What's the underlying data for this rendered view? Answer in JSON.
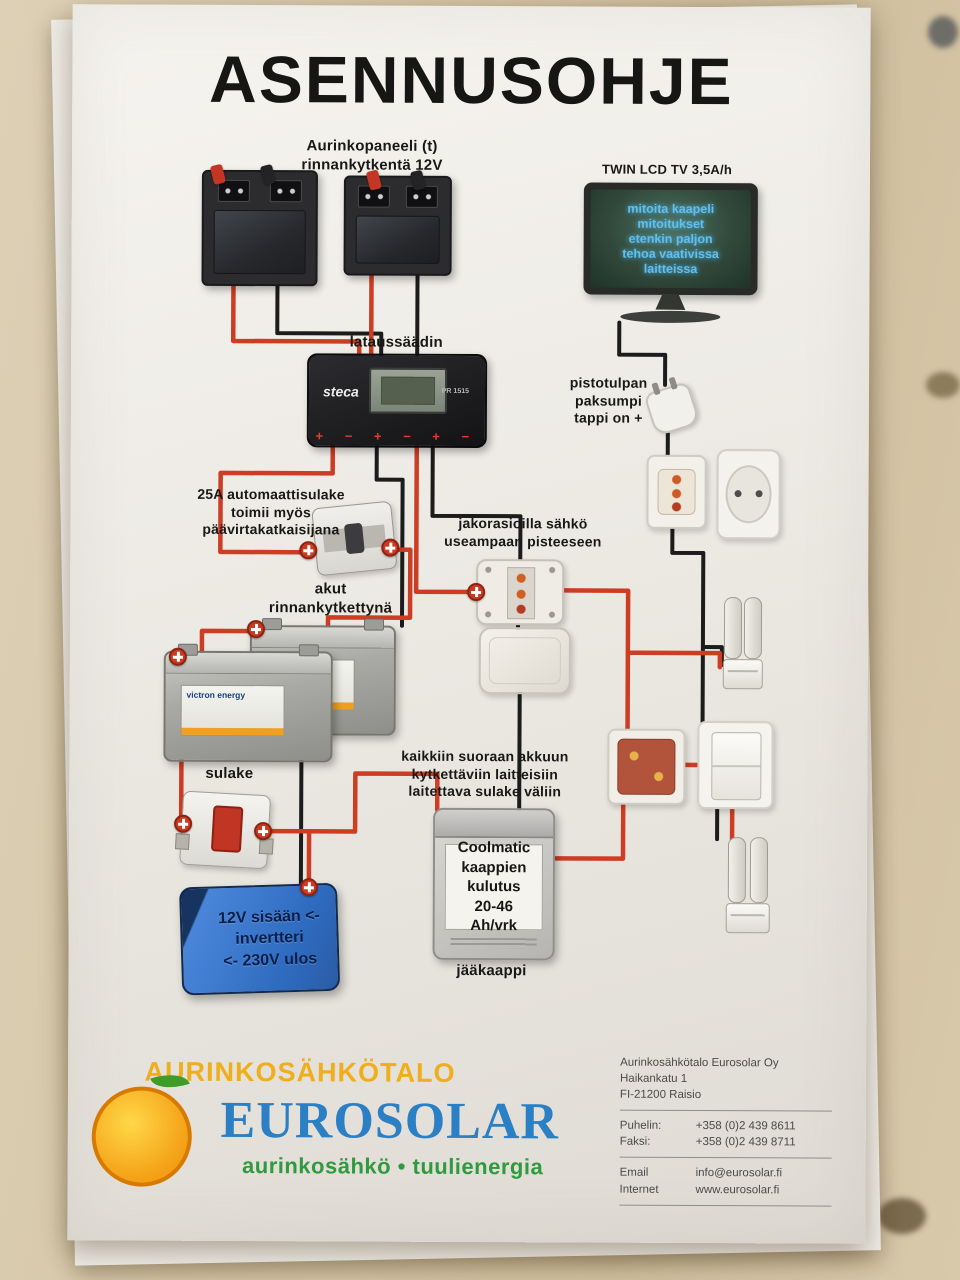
{
  "title": "ASENNUSOHJE",
  "diagram": {
    "solar_label": "Aurinkopaneeli (t)\nrinnankytkentä 12V",
    "tv_label": "TWIN LCD TV 3,5A/h",
    "tv_screen_text": "mitoita kaapeli\nmitoitukset\netenkin paljon\ntehoa vaativissa\nlaitteissa",
    "controller_label": "lataussäädin",
    "controller_brand": "steca",
    "controller_model": "PR 1515",
    "controller_marks": "+ − + − + −",
    "plug_label": "pistotulpan\npaksumpi\ntappi on +",
    "breaker_label": "25A automaattisulake\ntoimii myös\npäävirtakatkaisijana",
    "junction_label": "jakorasioilla sähkö\nuseampaan pisteeseen",
    "battery_label": "akut\nrinnankytkettynä",
    "battery_brand": "victron energy",
    "fuse_label": "sulake",
    "fuse_note": "kaikkiin suoraan akkuun\nkytkettäviin laitteisiin\nlaitettava sulake väliin",
    "inverter_text": "12V sisään <-\ninvertteri\n<- 230V ulos",
    "fridge_text": "Coolmatic\nkaappien\nkulutus\n20-46\nAh/vrk",
    "fridge_label": "jääkaappi"
  },
  "footer": {
    "brand_top": "AURINKOSÄHKÖTALO",
    "brand_main": "EUROSOLAR",
    "brand_sub": "aurinkosähkö • tuulienergia",
    "contact": {
      "company": "Aurinkosähkötalo Eurosolar Oy",
      "address1": "Haikankatu 1",
      "address2": "FI-21200 Raisio",
      "phone_label": "Puhelin:",
      "phone": "+358 (0)2 439 8611",
      "fax_label": "Faksi:",
      "fax": "+358 (0)2 439 8711",
      "email_label": "Email",
      "email": "info@eurosolar.fi",
      "web_label": "Internet",
      "web": "www.eurosolar.fi"
    }
  },
  "colors": {
    "wire_positive": "#cd3d24",
    "wire_negative": "#1c1c1c",
    "brand_yellow": "#f0ae1c",
    "brand_blue": "#2b7fc4",
    "brand_green": "#2f9a3e"
  }
}
